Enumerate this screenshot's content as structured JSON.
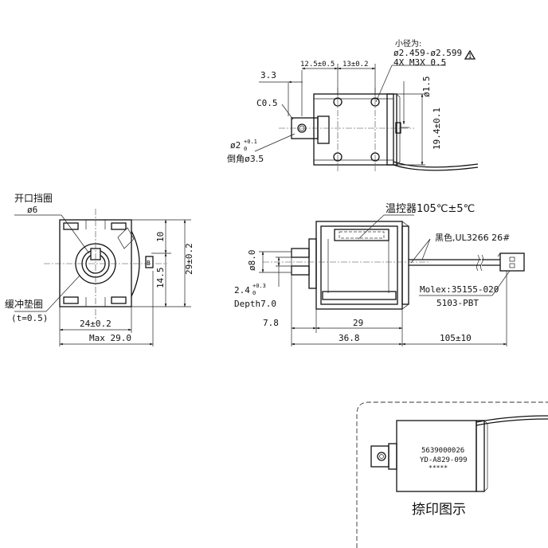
{
  "top_view": {
    "minor_dia_label": "小径为:",
    "minor_dia_value": "ø2.459-ø2.599",
    "warn_symbol": "1",
    "dim_12_5": "12.5±0.5",
    "dim_13": "13±0.2",
    "thread": "4X M3X 0.5",
    "dim_3_3": "3.3",
    "chamfer": "C0.5",
    "dia_1_5": "ø1.5",
    "dim_19_4": "19.4±0.1",
    "dia_2_base": "ø2",
    "dia_2_tol_up": "+0.1",
    "dia_2_tol_dn": "0",
    "chamfer_angle": "倒角ø3.5"
  },
  "side_view": {
    "split_washer_label": "开口挡圈",
    "split_washer_dia": "ø6",
    "dim_10": "10",
    "dim_29": "29±0.2",
    "dim_14_5": "14.5",
    "buffer_label": "缓冲垫圈",
    "buffer_thickness": "(t=0.5)",
    "dim_24": "24±0.2",
    "max_width": "Max 29.0",
    "small_mark": "B"
  },
  "front_view": {
    "thermostat": "温控器105℃±5℃",
    "wire_spec": "黑色,UL3266 26#",
    "dia_8": "ø8.0",
    "dim_2_4_base": "2.4",
    "dim_2_4_up": "+0.3",
    "dim_2_4_dn": "0",
    "depth": "Depth7.0",
    "connector": "Molex:35155-020",
    "terminal": "5103-PBT",
    "dim_7_8": "7.8",
    "dim_29": "29",
    "dim_36_8": "36.8",
    "dim_105": "105±10"
  },
  "print_view": {
    "line1": "5639000026",
    "line2": "YD-A829-099",
    "line3": "*****",
    "caption": "捺印图示"
  }
}
